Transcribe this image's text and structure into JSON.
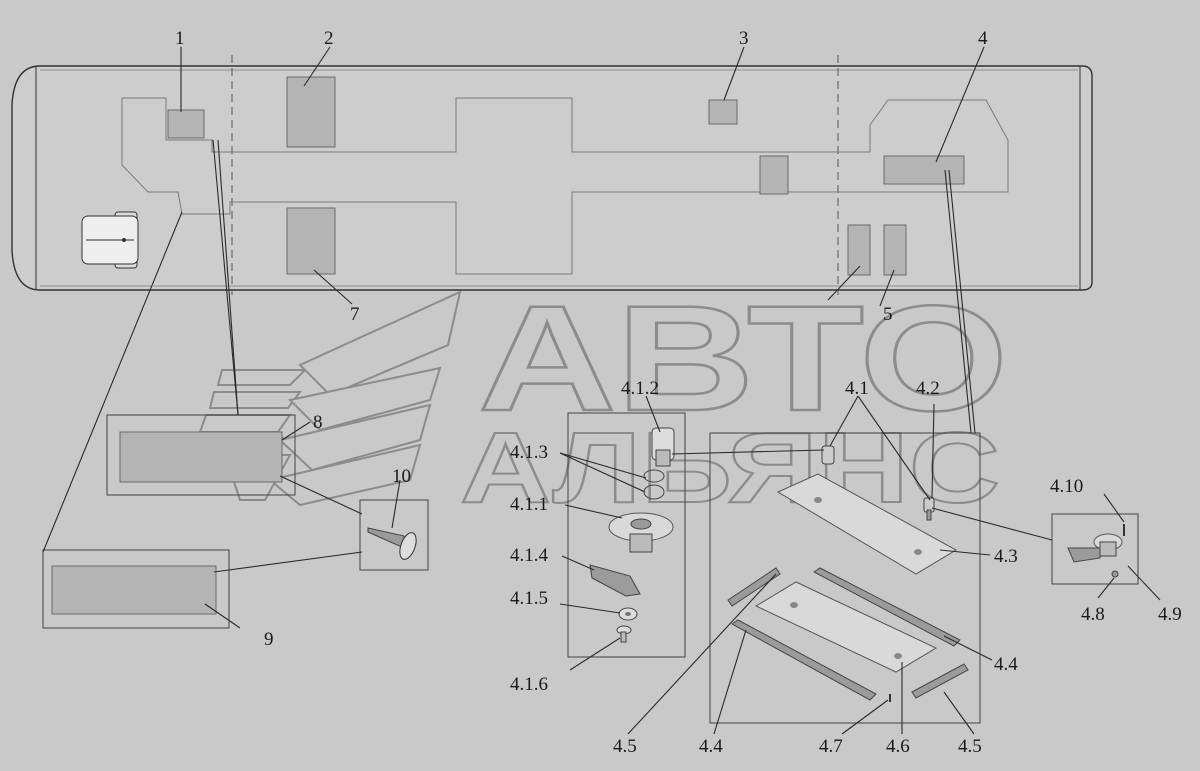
{
  "watermark": {
    "line1": "АВТО",
    "line2": "АЛЬЯНС"
  },
  "callouts": {
    "c1": "1",
    "c2": "2",
    "c3": "3",
    "c4": "4",
    "c5": "5",
    "c7": "7",
    "c8": "8",
    "c9": "9",
    "c10": "10",
    "c4_1": "4.1",
    "c4_1_1": "4.1.1",
    "c4_1_2": "4.1.2",
    "c4_1_3": "4.1.3",
    "c4_1_4": "4.1.4",
    "c4_1_5": "4.1.5",
    "c4_1_6": "4.1.6",
    "c4_2": "4.2",
    "c4_3": "4.3",
    "c4_4a": "4.4",
    "c4_4b": "4.4",
    "c4_5a": "4.5",
    "c4_5b": "4.5",
    "c4_6": "4.6",
    "c4_7": "4.7",
    "c4_8": "4.8",
    "c4_9": "4.9",
    "c4_10": "4.10"
  },
  "colors": {
    "background": "#c9c9c9",
    "panel": "#b4b4b4",
    "line": "#2a2a2a"
  }
}
